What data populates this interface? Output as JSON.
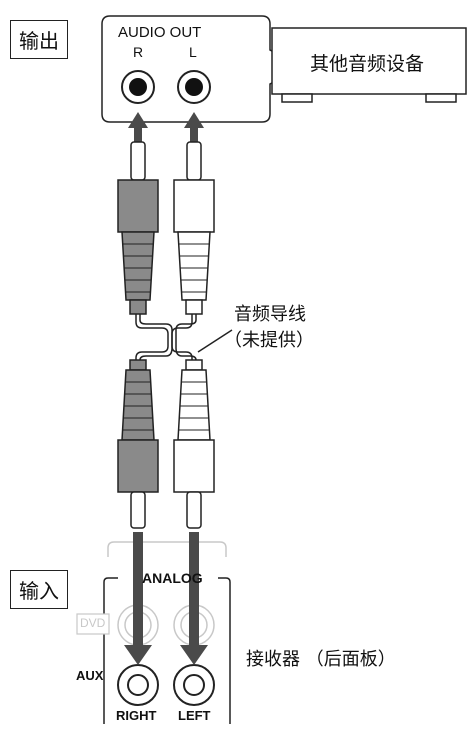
{
  "labels": {
    "output": "输出",
    "input": "输入",
    "audio_out": "AUDIO OUT",
    "r": "R",
    "l": "L",
    "other_device": "其他音频设备",
    "cable_name": "音频导线",
    "cable_note": "（未提供）",
    "analog": "ANALOG",
    "dvd": "DVD",
    "aux": "AUX",
    "right": "RIGHT",
    "left": "LEFT",
    "receiver": "接收器 （后面板）"
  },
  "colors": {
    "gray_plug": "#8a8a8a",
    "white_plug": "#ffffff",
    "line": "#1a1a1a",
    "arrow": "#4a4a4a",
    "faint": "#c8c8c8"
  }
}
